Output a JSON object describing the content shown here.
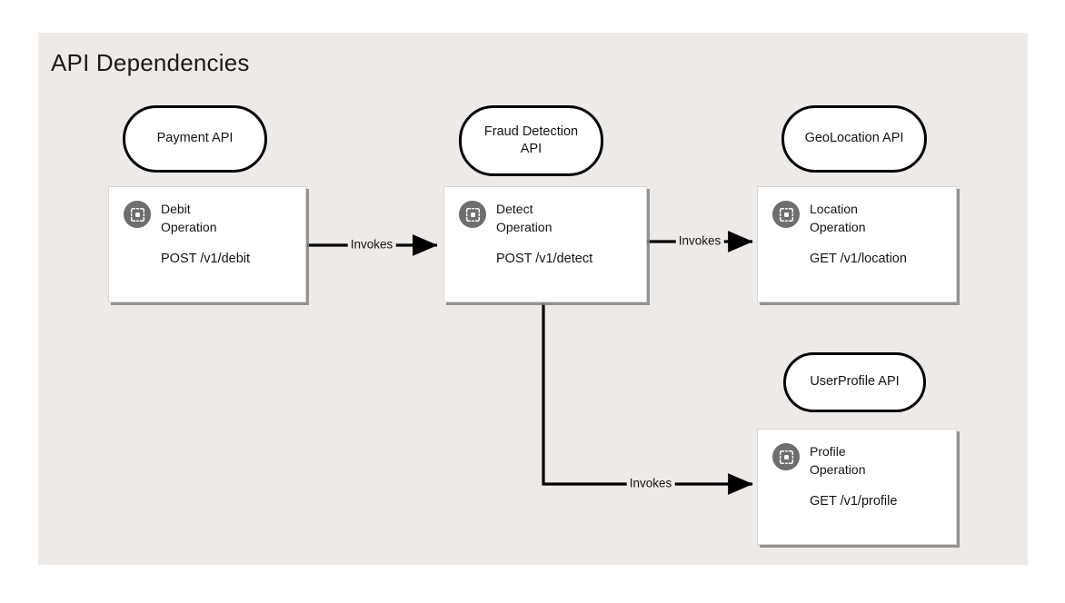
{
  "diagram": {
    "title": "API Dependencies",
    "panel_bg": "#EEEAE7",
    "page_bg": "#FFFFFF",
    "stroke": "#000000",
    "card_bg": "#FFFFFF",
    "icon_bg": "#6E6E6E",
    "icon_name": "operation-scan-icon"
  },
  "apis": [
    {
      "id": "payment",
      "label_line1": "Payment API",
      "label_line2": ""
    },
    {
      "id": "fraud",
      "label_line1": "Fraud Detection",
      "label_line2": "API"
    },
    {
      "id": "geolocation",
      "label_line1": "GeoLocation API",
      "label_line2": ""
    },
    {
      "id": "userprofile",
      "label_line1": "UserProfile API",
      "label_line2": ""
    }
  ],
  "operations": [
    {
      "id": "debit",
      "name_line1": "Debit",
      "name_line2": "Operation",
      "path": "POST /v1/debit"
    },
    {
      "id": "detect",
      "name_line1": "Detect",
      "name_line2": "Operation",
      "path": "POST /v1/detect"
    },
    {
      "id": "location",
      "name_line1": "Location",
      "name_line2": "Operation",
      "path": "GET /v1/location"
    },
    {
      "id": "profile",
      "name_line1": "Profile",
      "name_line2": "Operation",
      "path": "GET /v1/profile"
    }
  ],
  "edges": [
    {
      "id": "debit-to-detect",
      "label": "Invokes",
      "from": "debit",
      "to": "detect"
    },
    {
      "id": "detect-to-location",
      "label": "Invokes",
      "from": "detect",
      "to": "location"
    },
    {
      "id": "detect-to-profile",
      "label": "Invokes",
      "from": "detect",
      "to": "profile"
    }
  ]
}
